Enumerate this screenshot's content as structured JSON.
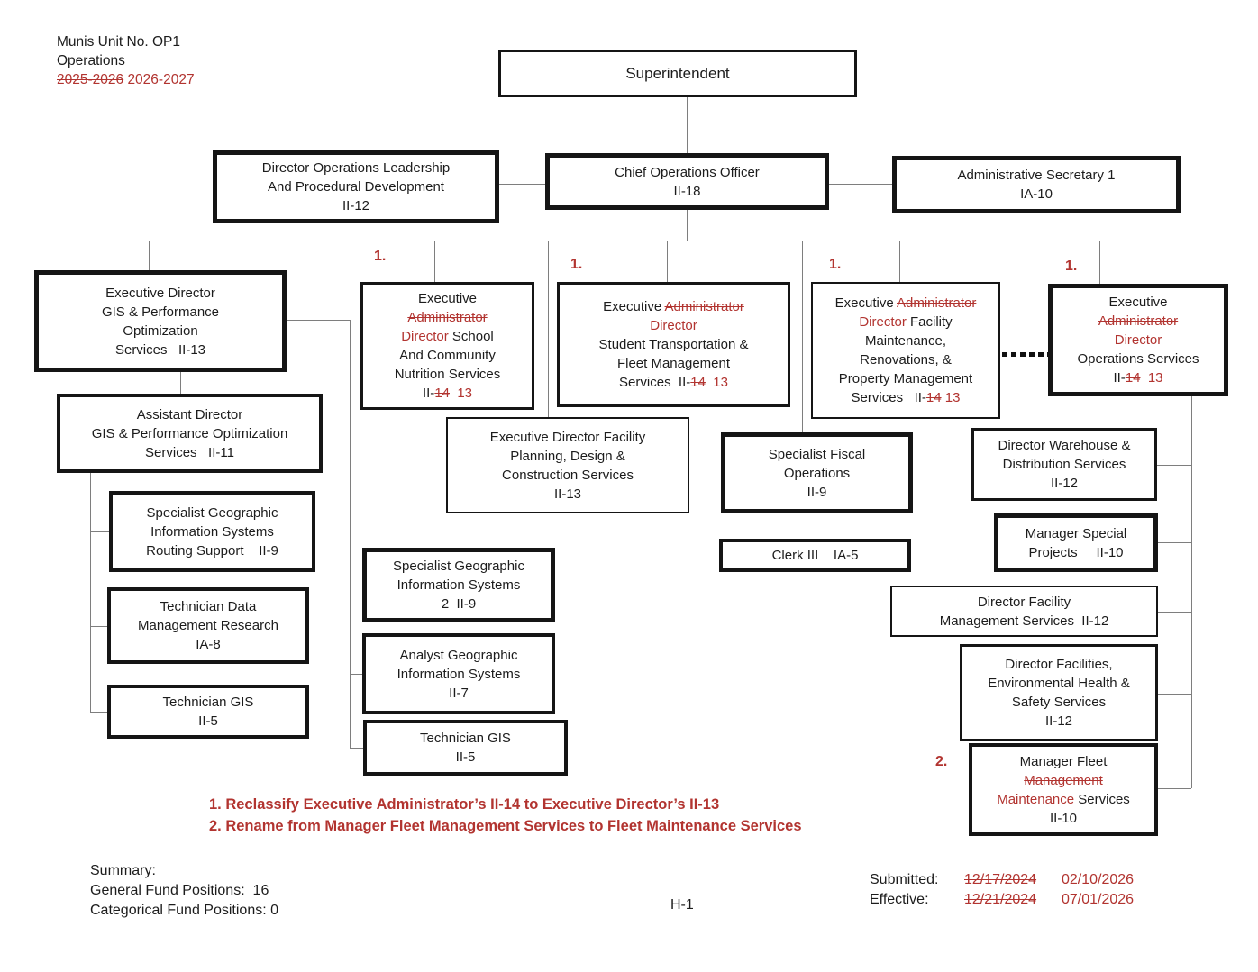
{
  "colors": {
    "annotation_red": "#b23430",
    "connector_gray": "#7e7e7e",
    "box_border": "#151515"
  },
  "corner": {
    "line1": "Munis Unit No. OP1",
    "line2": "Operations",
    "year_old": "2025-2026",
    "year_new": "2026-2027"
  },
  "markers": [
    "1.",
    "1.",
    "1.",
    "1.",
    "2."
  ],
  "boxes": {
    "superintendent": [
      "Superintendent"
    ],
    "dir_ops_leadership": [
      "Director Operations Leadership",
      "And Procedural Development",
      "II-12"
    ],
    "coo": [
      "Chief Operations Officer",
      "II-18"
    ],
    "admin_secretary": [
      "Administrative Secretary 1",
      "IA-10"
    ],
    "exec_dir_gis": [
      "Executive Director",
      "GIS & Performance",
      "Optimization",
      "Services   II-13"
    ],
    "school_nutrition": [
      [
        "Executive"
      ],
      [
        {
          "t": "Administrator",
          "s": "rs"
        }
      ],
      [
        {
          "t": "Director",
          "s": "r"
        },
        {
          "t": " School"
        }
      ],
      [
        "And Community"
      ],
      [
        "Nutrition Services"
      ],
      [
        {
          "t": "II-"
        },
        {
          "t": "14",
          "s": "rs"
        },
        {
          "t": "  13",
          "s": "r"
        }
      ]
    ],
    "student_transport": [
      [
        {
          "t": "Executive "
        },
        {
          "t": "Administrator",
          "s": "rs"
        }
      ],
      [
        {
          "t": "Director",
          "s": "r"
        }
      ],
      [
        "Student Transportation &"
      ],
      [
        "Fleet Management"
      ],
      [
        {
          "t": "Services  II-"
        },
        {
          "t": "14",
          "s": "rs"
        },
        {
          "t": "  13",
          "s": "r"
        }
      ]
    ],
    "facility_maintenance": [
      [
        {
          "t": "Executive "
        },
        {
          "t": "Administrator",
          "s": "rs"
        }
      ],
      [
        {
          "t": "Director",
          "s": "r"
        },
        {
          "t": " Facility"
        }
      ],
      [
        "Maintenance,"
      ],
      [
        "Renovations, &"
      ],
      [
        "Property Management"
      ],
      [
        {
          "t": "Services   II-"
        },
        {
          "t": "14",
          "s": "rs"
        },
        {
          "t": " 13",
          "s": "r"
        }
      ]
    ],
    "operations_services": [
      [
        "Executive"
      ],
      [
        {
          "t": "Administrator",
          "s": "rs"
        }
      ],
      [
        {
          "t": "Director",
          "s": "r"
        }
      ],
      [
        "Operations Services"
      ],
      [
        {
          "t": "II-"
        },
        {
          "t": "14",
          "s": "rs"
        },
        {
          "t": "  13",
          "s": "r"
        }
      ]
    ],
    "facility_planning": [
      "Executive Director Facility",
      "Planning, Design &",
      "Construction Services",
      "II-13"
    ],
    "fiscal_ops": [
      "Specialist Fiscal",
      "Operations",
      "II-9"
    ],
    "clerk": [
      "Clerk III    IA-5"
    ],
    "assistant_director": [
      "Assistant Director",
      "GIS & Performance Optimization",
      "Services   II-11"
    ],
    "gis_routing": [
      "Specialist Geographic",
      "Information Systems",
      "Routing Support    II-9"
    ],
    "tech_data": [
      "Technician Data",
      "Management Research",
      "IA-8"
    ],
    "tech_gis_left": [
      "Technician GIS",
      "II-5"
    ],
    "gis_specialist2": [
      "Specialist Geographic",
      "Information Systems",
      "2  II-9"
    ],
    "gis_analyst": [
      "Analyst Geographic",
      "Information Systems",
      "II-7"
    ],
    "tech_gis_mid": [
      "Technician GIS",
      "II-5"
    ],
    "dir_warehouse": [
      "Director Warehouse &",
      "Distribution Services",
      "II-12"
    ],
    "mgr_special_projects": [
      "Manager Special",
      "Projects     II-10"
    ],
    "dir_facility_mgmt": [
      "Director Facility",
      "Management Services  II-12"
    ],
    "dir_facilities_ehs": [
      "Director Facilities,",
      "Environmental Health &",
      "Safety Services",
      "II-12"
    ],
    "mgr_fleet": [
      [
        "Manager Fleet"
      ],
      [
        {
          "t": "Management",
          "s": "rs"
        }
      ],
      [
        {
          "t": "Maintenance",
          "s": "r"
        },
        {
          "t": " Services"
        }
      ],
      [
        "II-10"
      ]
    ]
  },
  "notes": {
    "n1": "1. Reclassify Executive Administrator’s II-14 to Executive Director’s II-13",
    "n2": "2. Rename from Manager Fleet Management Services to Fleet Maintenance Services"
  },
  "footer": {
    "summary_title": "Summary:",
    "general_fund": "General Fund Positions:  16",
    "categorical_fund": "Categorical Fund Positions: 0",
    "page_label": "H-1",
    "submitted_label": "Submitted:",
    "submitted_old": "12/17/2024",
    "submitted_new": "02/10/2026",
    "effective_label": "Effective:",
    "effective_old": "12/21/2024",
    "effective_new": "07/01/2026"
  }
}
